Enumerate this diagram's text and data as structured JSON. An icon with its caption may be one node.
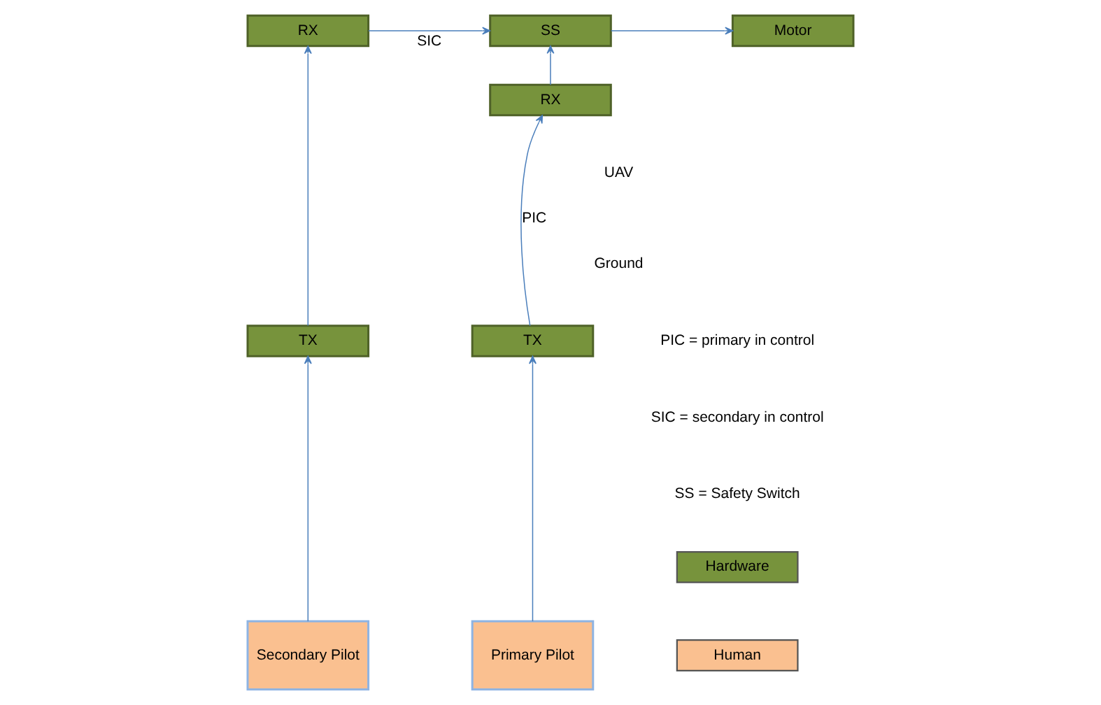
{
  "diagram": {
    "nodes": [
      {
        "text": [
          "RX"
        ]
      },
      {
        "text": [
          "SS"
        ]
      },
      {
        "text": [
          "Motor"
        ]
      },
      {
        "text": [
          "RX"
        ]
      },
      {
        "text": [
          "TX"
        ]
      },
      {
        "text": [
          "TX"
        ]
      },
      {
        "text": [
          "Secondary Pilot"
        ]
      },
      {
        "text": [
          "Primary Pilot"
        ]
      }
    ],
    "edges": [
      {
        "from": 6,
        "to": 4,
        "arrow": "to"
      },
      {
        "from": 4,
        "to": 0,
        "arrow": "to"
      },
      {
        "from": 0,
        "to": 1,
        "arrow": "to",
        "label": "SIC"
      },
      {
        "from": 1,
        "to": 2,
        "arrow": "to"
      },
      {
        "from": 7,
        "to": 5,
        "arrow": "to"
      },
      {
        "from": 5,
        "to": 3,
        "arrow": "to",
        "label": "PIC"
      },
      {
        "from": 3,
        "to": 1,
        "arrow": "to"
      }
    ],
    "labels": [
      "UAV",
      "Ground",
      "PIC = primary in control",
      "SIC = secondary in control",
      "SS = Safety Switch"
    ],
    "legend": [
      {
        "text": "Hardware",
        "color": "#77933c"
      },
      {
        "text": "Human",
        "color": "#fac090"
      }
    ]
  }
}
